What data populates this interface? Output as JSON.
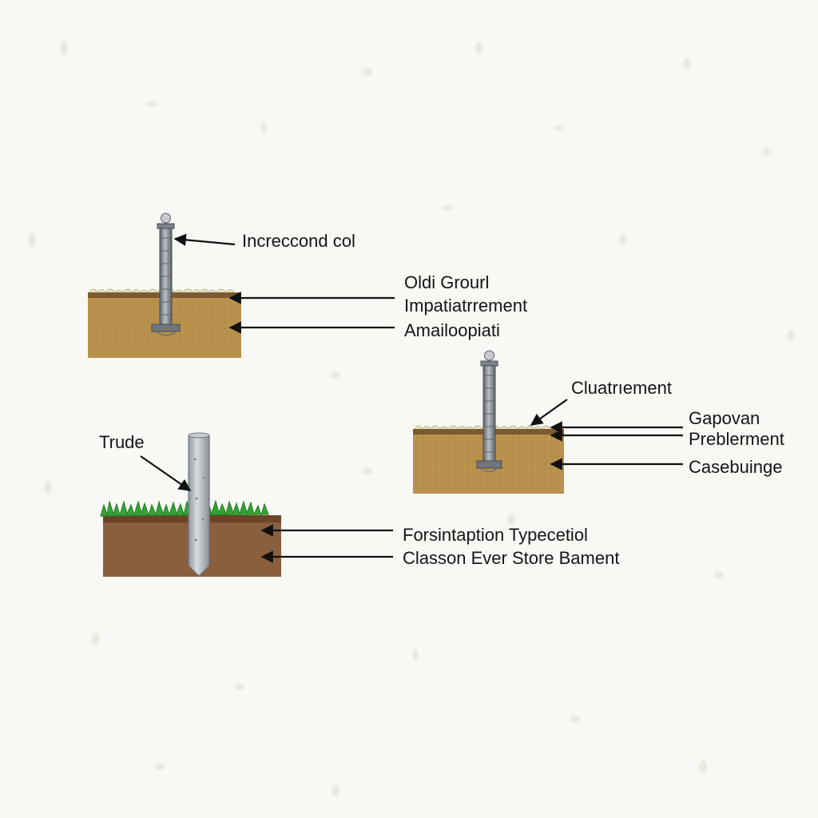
{
  "colors": {
    "background": "#f8f8f4",
    "soil_light": "#b8924c",
    "soil_dark": "#8a5f3e",
    "grass": "#35a336",
    "pipe": "#8e9398"
  },
  "diagrams": [
    {
      "labels": [
        "Increccond col",
        "Oldi Grourl",
        "Impatiatrrement",
        "Amailoopiati"
      ]
    },
    {
      "labels": [
        "Cluatrıement",
        "Gapovan",
        "Preblerment",
        "Casebuinge"
      ]
    },
    {
      "labels": [
        "Trude",
        "Forsintaption Typecetiol",
        "Classon Ever Store Bament"
      ]
    }
  ]
}
